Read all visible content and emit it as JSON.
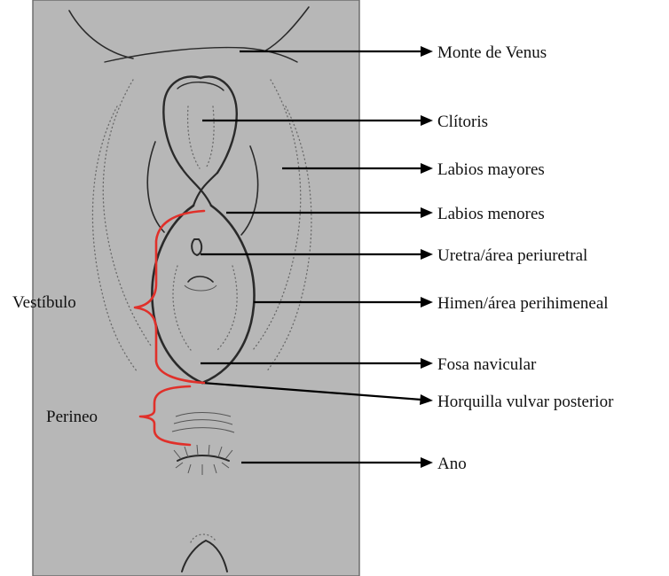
{
  "colors": {
    "panel": "#b7b7b7",
    "panel_border": "#6e6e6e",
    "brace": "#e0302a",
    "arrow": "#000000"
  },
  "labels": {
    "monte_de_venus": "Monte de Venus",
    "clitoris": "Clítoris",
    "labios_mayores": "Labios mayores",
    "labios_menores": "Labios menores",
    "uretra": "Uretra/área periuretral",
    "himen": "Himen/área perihimeneal",
    "fosa_navicular": "Fosa navicular",
    "horquilla": "Horquilla vulvar posterior",
    "ano": "Ano",
    "vestibulo": "Vestíbulo",
    "perineo": "Perineo"
  }
}
